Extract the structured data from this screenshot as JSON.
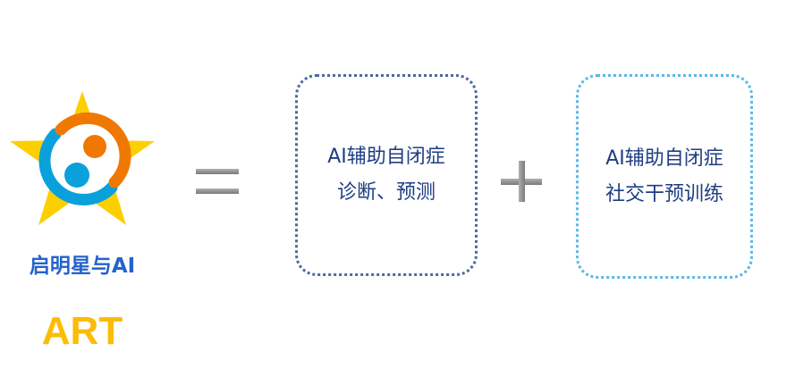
{
  "logo": {
    "brand": "启明星与AI",
    "subtitle": "ART",
    "colors": {
      "star": "#fcd000",
      "orange": "#f07800",
      "blue": "#0aa0dc"
    }
  },
  "operators": {
    "equals": "=",
    "plus": "+"
  },
  "box1": {
    "line1": "AI辅助自闭症",
    "line2": "诊断、预测"
  },
  "box2": {
    "line1": "AI辅助自闭症",
    "line2": "社交干预训练"
  }
}
